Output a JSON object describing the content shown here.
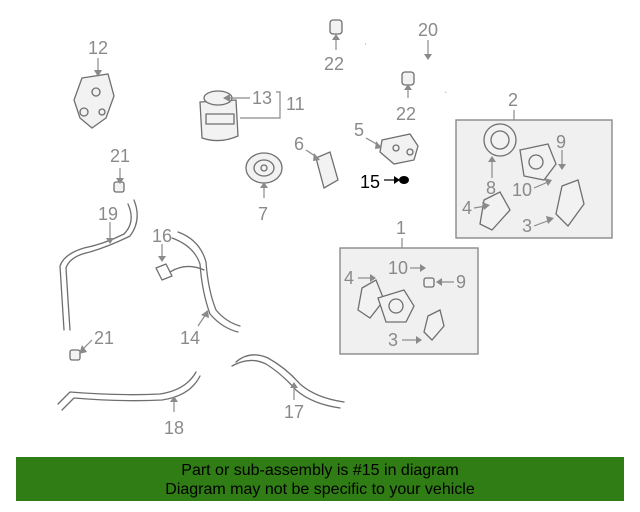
{
  "callouts": {
    "c1": "1",
    "c2": "2",
    "c3a": "3",
    "c3b": "3",
    "c4a": "4",
    "c4b": "4",
    "c5": "5",
    "c6": "6",
    "c7": "7",
    "c8": "8",
    "c9a": "9",
    "c9b": "9",
    "c10a": "10",
    "c10b": "10",
    "c11": "11",
    "c12": "12",
    "c13": "13",
    "c14": "14",
    "c15": "15",
    "c16": "16",
    "c17": "17",
    "c18": "18",
    "c19": "19",
    "c20": "20",
    "c21a": "21",
    "c21b": "21",
    "c22a": "22",
    "c22b": "22"
  },
  "highlight_part": "15",
  "banner": {
    "line1": "Part or sub-assembly is #15 in diagram",
    "line2": "Diagram may not be specific to your vehicle",
    "background": "#2f7d14"
  }
}
